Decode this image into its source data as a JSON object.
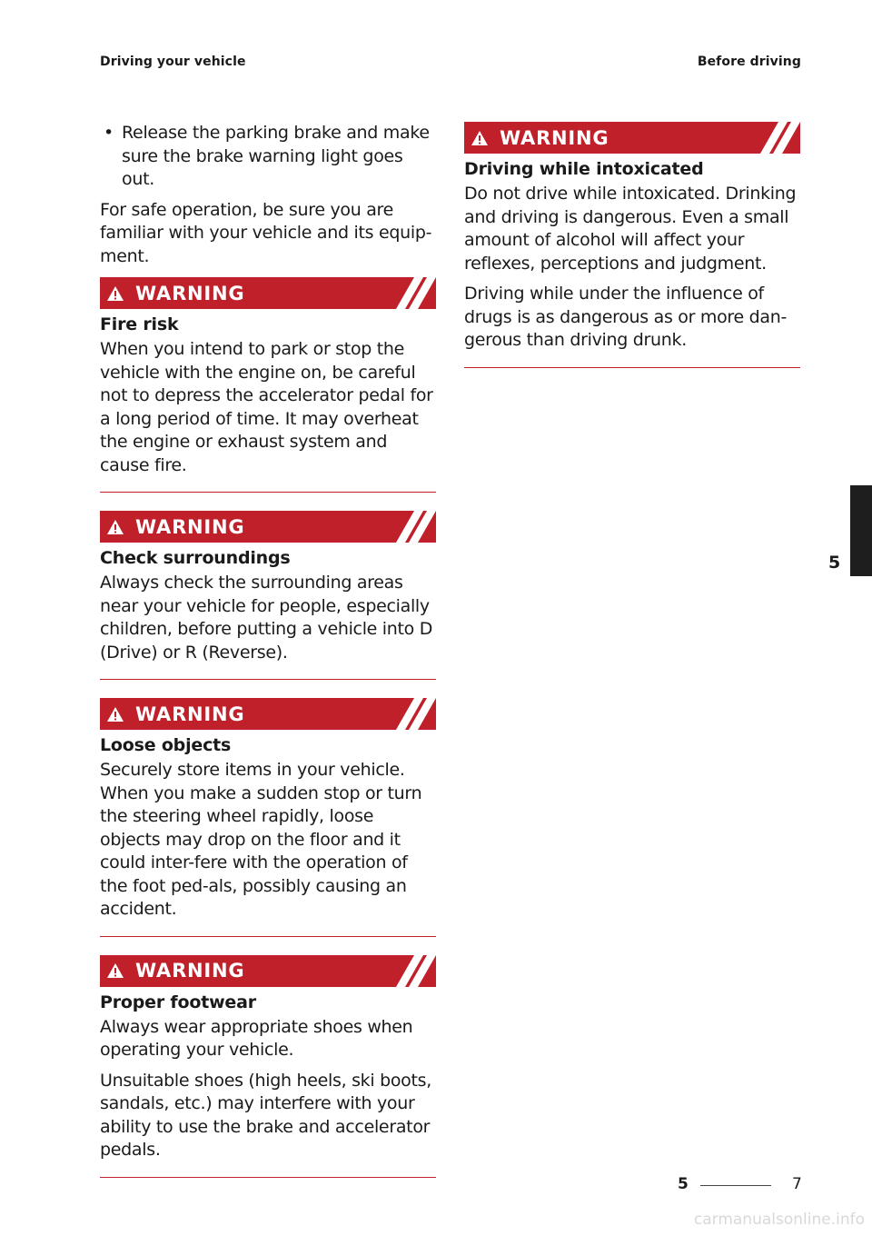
{
  "header": {
    "left": "Driving your vehicle",
    "right": "Before driving"
  },
  "left_column": {
    "bullet": "Release the parking brake and make sure the brake warning light goes out.",
    "intro": "For safe operation, be sure you are familiar with your vehicle and its equip-ment.",
    "warnings": [
      {
        "label": "WARNING",
        "title": "Fire risk",
        "paragraphs": [
          "When you intend to park or stop the vehicle with the engine on, be careful not to depress the accelerator pedal for a long period of time. It may overheat the engine or exhaust system and cause fire."
        ]
      },
      {
        "label": "WARNING",
        "title": "Check surroundings",
        "paragraphs": [
          "Always check the surrounding areas near your vehicle for people, especially children, before putting a vehicle into D (Drive) or R (Reverse)."
        ]
      },
      {
        "label": "WARNING",
        "title": "Loose objects",
        "paragraphs": [
          "Securely store items in your vehicle. When you make a sudden stop or turn the steering wheel rapidly, loose objects may drop on the floor and it could inter-fere with the operation of the foot ped-als, possibly causing an accident."
        ]
      },
      {
        "label": "WARNING",
        "title": "Proper footwear",
        "paragraphs": [
          "Always wear appropriate shoes when operating your vehicle.",
          "Unsuitable shoes (high heels, ski boots, sandals, etc.) may interfere with your ability to use the brake and accelerator pedals."
        ]
      }
    ]
  },
  "right_column": {
    "warnings": [
      {
        "label": "WARNING",
        "title": "Driving while intoxicated",
        "paragraphs": [
          "Do not drive while intoxicated. Drinking and driving is dangerous. Even a small amount of alcohol will affect your reflexes, perceptions and judgment.",
          "Driving while under the influence of drugs is as dangerous as or more dan-gerous than driving drunk."
        ]
      }
    ]
  },
  "side_tab": {
    "number": "5"
  },
  "footer": {
    "section": "5",
    "page": "7"
  },
  "watermark": "carmanualsonline.info",
  "colors": {
    "warning_red": "#c0202a",
    "tab_black": "#1e1e1e"
  },
  "icons": {
    "warning": "warning-triangle-icon"
  }
}
